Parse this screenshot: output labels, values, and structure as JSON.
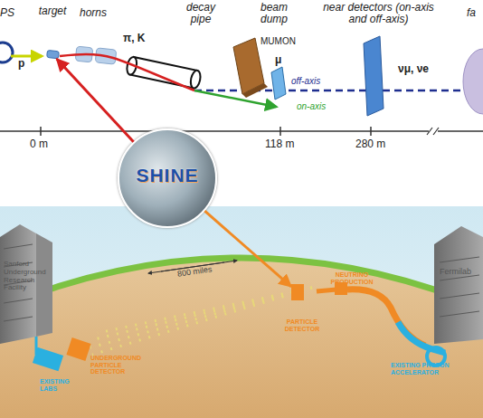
{
  "diagram": {
    "nodes": [
      {
        "text": [
          "target"
        ]
      },
      {
        "text": [
          "SHINE"
        ]
      },
      {
        "text": [
          "PARTICLE DETECTOR"
        ]
      }
    ],
    "edges": [
      {
        "from": 1,
        "to": 0,
        "arrow": "to"
      },
      {
        "from": 1,
        "to": 2,
        "arrow": "to"
      }
    ],
    "labels": [
      "PS",
      "horns",
      "decay pipe",
      "beam dump",
      "near detectors (on-axis and off-axis)",
      "fa",
      "p",
      "π, K",
      "MUMON",
      "μ",
      "off-axis",
      "on-axis",
      "νμ, νe",
      "0 m",
      "118 m",
      "280 m",
      "Sanford Underground Research Facility",
      "800 miles",
      "Fermilab",
      "NEUTRINO PRODUCTION",
      "EXISTING PROTON ACCELERATOR",
      "UNDERGROUND PARTICLE DETECTOR",
      "EXISTING LABS"
    ]
  }
}
